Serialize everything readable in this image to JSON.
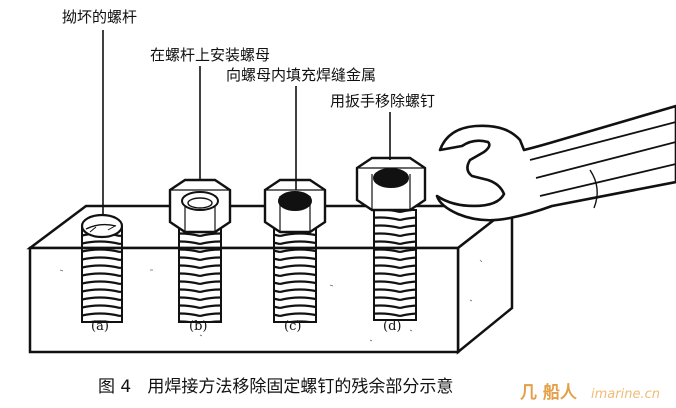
{
  "labels": {
    "a_top": "拗坏的螺杆",
    "b_top": "在螺杆上安装螺母",
    "c_top": "向螺母内填充焊缝金属",
    "d_top": "用扳手移除螺钉"
  },
  "stage_letters": [
    "(a)",
    "(b)",
    "(c)",
    "(d)"
  ],
  "caption": "图 4   用焊接方法移除固定螺钉的残余部分示意",
  "watermark": {
    "logo_text": "几 船人",
    "url": "imarine.cn",
    "colors": {
      "logo": "#e0902a",
      "url": "#f0b060"
    }
  },
  "colors": {
    "ink": "#111111",
    "paper": "#ffffff",
    "fill_dark": "#111111"
  }
}
